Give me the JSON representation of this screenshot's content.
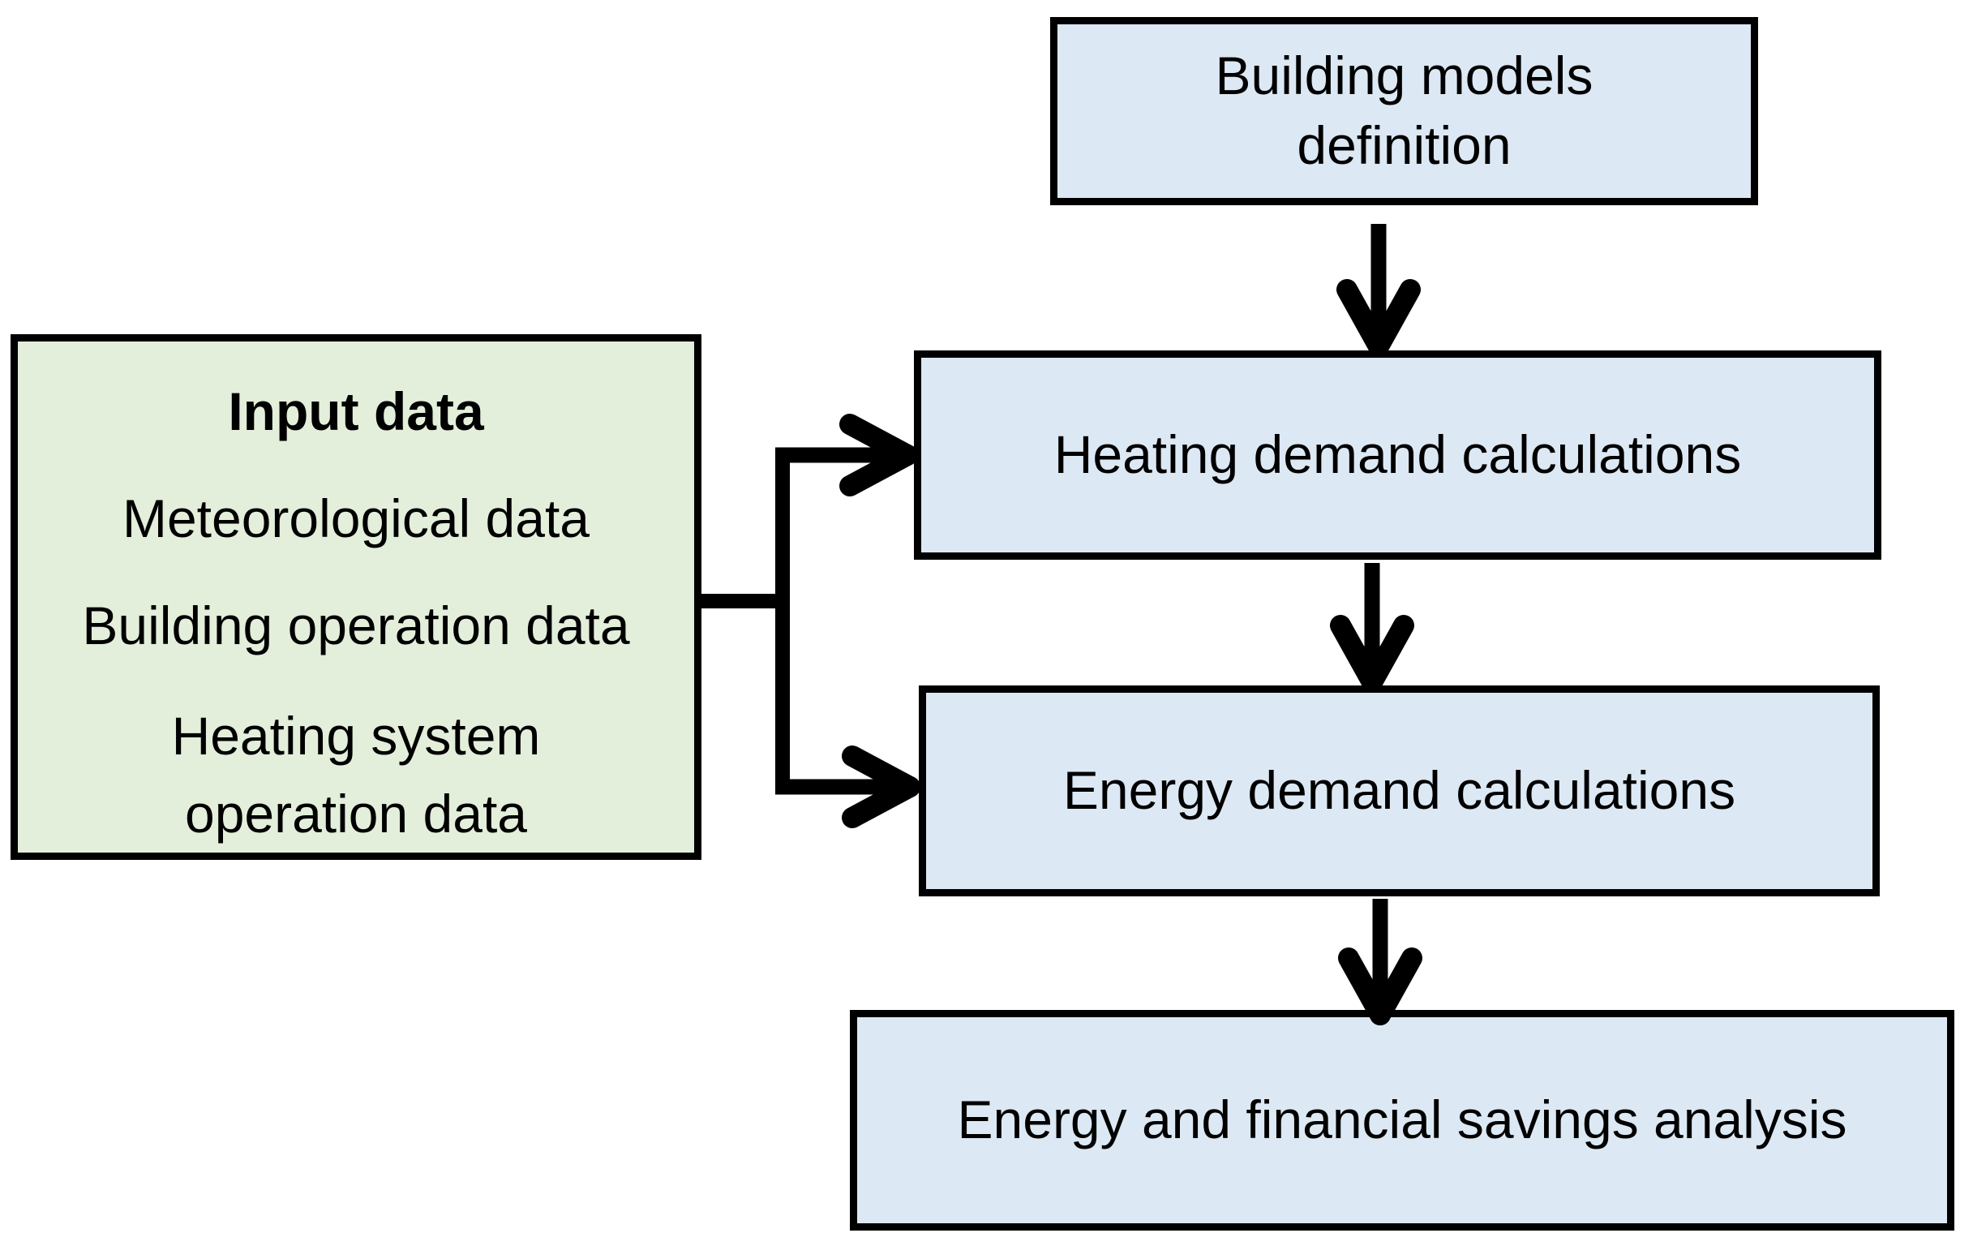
{
  "diagram": {
    "colors": {
      "background": "#ffffff",
      "box_blue": "#dce8f3",
      "box_green": "#e3eedb",
      "border": "#000000",
      "arrow": "#000000",
      "text": "#000000"
    },
    "boxes": {
      "building_models": {
        "label": "Building models\ndefinition"
      },
      "input_data": {
        "title": "Input data",
        "items": [
          "Meteorological data",
          "Building operation data",
          "Heating system\noperation data"
        ]
      },
      "heating_demand": {
        "label": "Heating demand calculations"
      },
      "energy_demand": {
        "label": "Energy demand calculations"
      },
      "savings_analysis": {
        "label": "Energy and financial savings analysis"
      }
    },
    "flows": [
      {
        "from": "building_models",
        "to": "heating_demand"
      },
      {
        "from": "input_data",
        "to": "heating_demand"
      },
      {
        "from": "input_data",
        "to": "energy_demand"
      },
      {
        "from": "heating_demand",
        "to": "energy_demand"
      },
      {
        "from": "energy_demand",
        "to": "savings_analysis"
      }
    ]
  }
}
